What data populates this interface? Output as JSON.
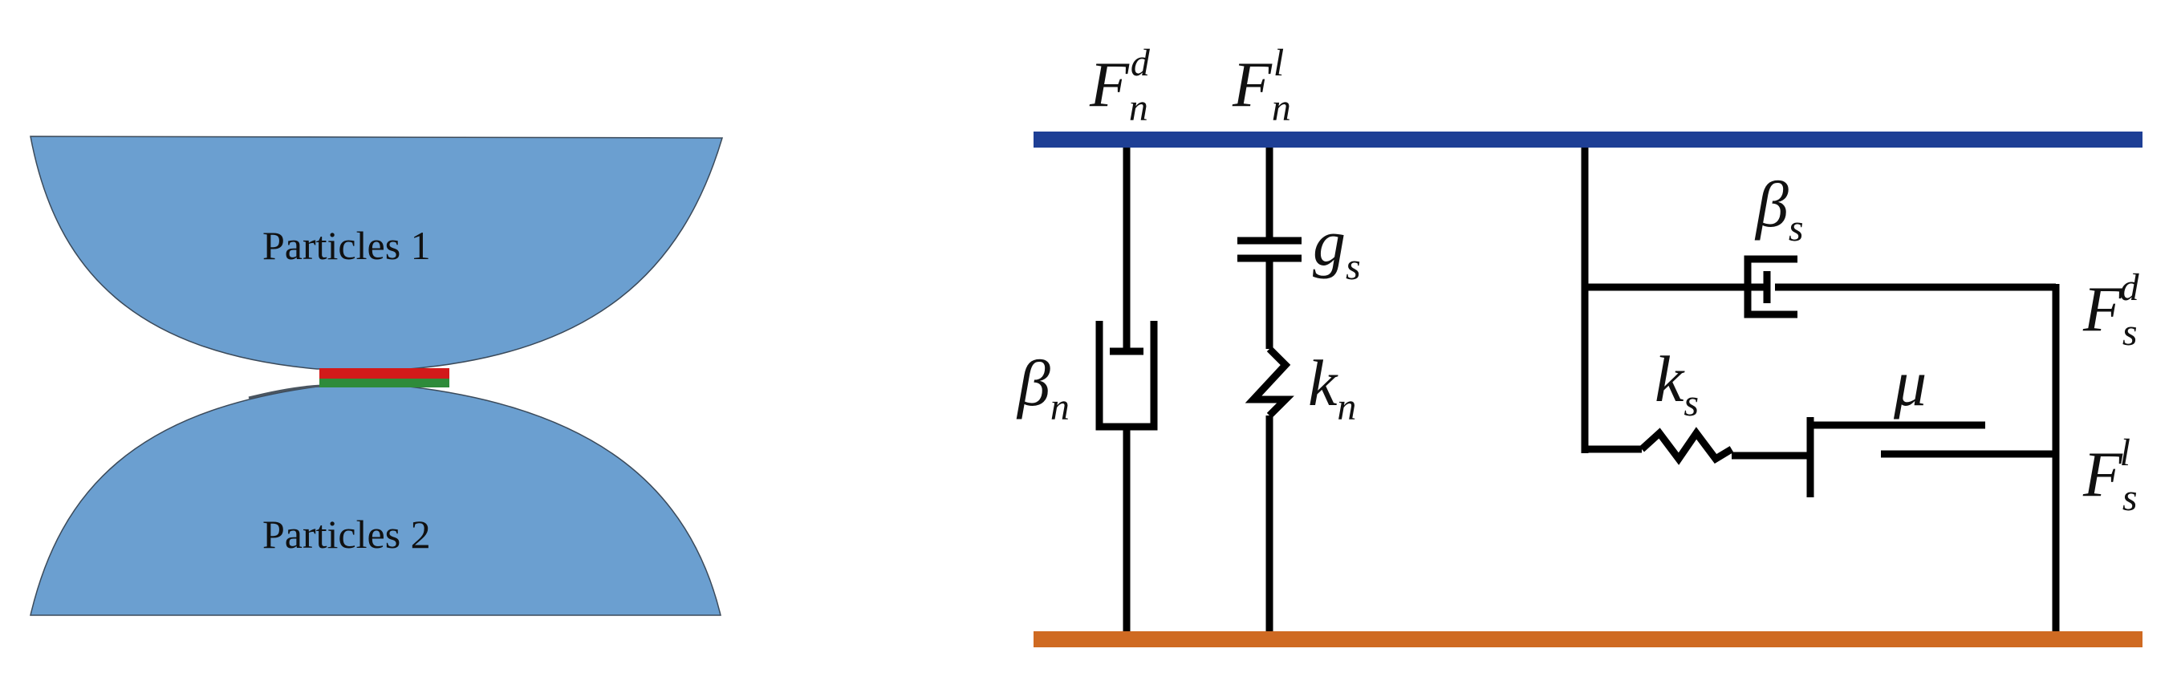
{
  "particles": {
    "top_label": "Particles 1",
    "bottom_label": "Particles 2",
    "colors": {
      "particle_fill": "#6b9fd0",
      "bond_top": "#d21a1a",
      "bond_bottom": "#2e8b3a"
    }
  },
  "model": {
    "colors": {
      "top_plate": "#1e3f95",
      "bottom_plate": "#cf6a22",
      "line": "#000000"
    },
    "symbols": {
      "fnd_base": "F",
      "fnd_sub": "n",
      "fnd_sup": "d",
      "fnl_base": "F",
      "fnl_sub": "n",
      "fnl_sup": "l",
      "beta_n_base": "β",
      "beta_n_sub": "n",
      "g_s_base": "g",
      "g_s_sub": "s",
      "k_n_base": "k",
      "k_n_sub": "n",
      "beta_s_base": "β",
      "beta_s_sub": "s",
      "k_s_base": "k",
      "k_s_sub": "s",
      "mu": "μ",
      "fsd_base": "F",
      "fsd_sub": "s",
      "fsd_sup": "d",
      "fsl_base": "F",
      "fsl_sub": "s",
      "fsl_sup": "l"
    }
  }
}
